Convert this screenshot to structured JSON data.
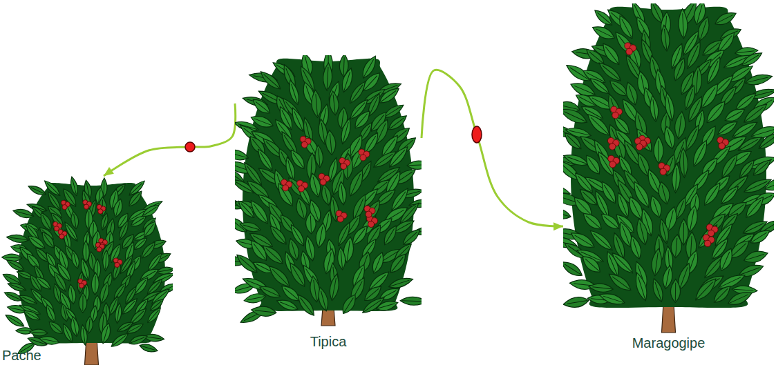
{
  "diagram": {
    "nodes": [
      {
        "text": [
          "Pache"
        ]
      },
      {
        "text": [
          "Tipica"
        ]
      },
      {
        "text": [
          "Maragogipe"
        ]
      }
    ],
    "edges": [
      {
        "from": 1,
        "to": 0,
        "arrow": "to"
      },
      {
        "from": 1,
        "to": 2,
        "arrow": "to"
      }
    ]
  }
}
